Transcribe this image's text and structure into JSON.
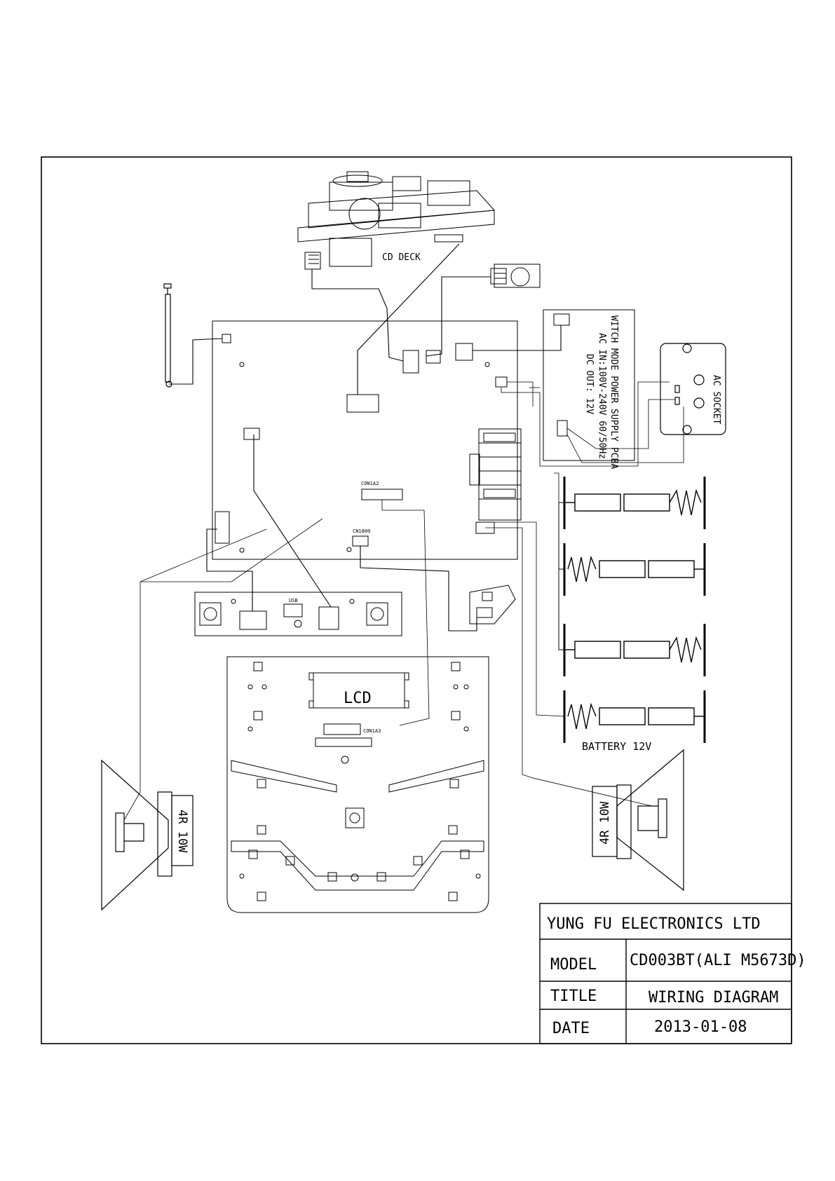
{
  "labels": {
    "cd_deck": "CD DECK",
    "lcd": "LCD",
    "battery": "BATTERY   12V",
    "speaker_left": "4R 10W",
    "speaker_right": "4R 10W",
    "ac_socket": "AC SOCKET",
    "psu_line1": "WITCH MODE POWER SUPPLY PCBA",
    "psu_line2": "AC IN:100V-240V 60/50Hz",
    "psu_line3": "DC OUT: 12V",
    "conn_main": "CON1A2",
    "conn_lcd": "CON1A3",
    "conn_dsp": "CN1800",
    "usb": "USB"
  },
  "title_block": {
    "company": "YUNG FU ELECTRONICS LTD",
    "model_label": "MODEL",
    "model_value": "CD003BT(ALI M5673D)",
    "title_label": "TITLE",
    "title_value": "WIRING DIAGRAM",
    "date_label": "DATE",
    "date_value": "2013-01-08"
  }
}
